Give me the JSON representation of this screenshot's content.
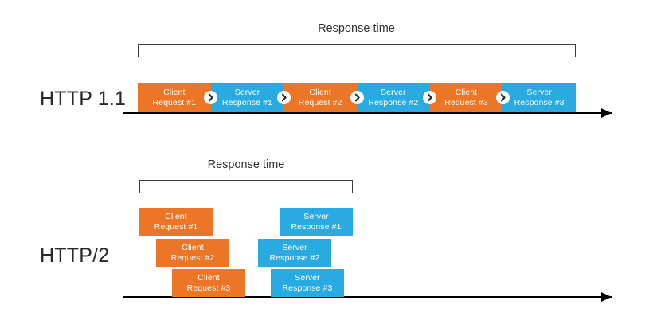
{
  "diagram": {
    "title_http11": "HTTP 1.1",
    "title_http2": "HTTP/2",
    "bracket_label_top": "Response time",
    "bracket_label_bottom": "Response time",
    "colors": {
      "client_orange": "#ec7625",
      "server_blue": "#29abe2",
      "axis_black": "#000000",
      "text_dark": "#2a2a2a",
      "bracket_gray": "#3d3d3d",
      "background": "#ffffff"
    },
    "icons": {
      "separator": "chevron-right-icon",
      "axis_end": "arrow-right-icon"
    }
  },
  "http11": {
    "label": "HTTP 1.1",
    "bracket_label": "Response time",
    "segments": [
      {
        "kind": "client",
        "line1": "Client",
        "line2": "Request #1"
      },
      {
        "kind": "server",
        "line1": "Server",
        "line2": "Response #1"
      },
      {
        "kind": "client",
        "line1": "Client",
        "line2": "Request #2"
      },
      {
        "kind": "server",
        "line1": "Server",
        "line2": "Response #2"
      },
      {
        "kind": "client",
        "line1": "Client",
        "line2": "Request #3"
      },
      {
        "kind": "server",
        "line1": "Server",
        "line2": "Response #3"
      }
    ]
  },
  "http2": {
    "label": "HTTP/2",
    "bracket_label": "Response time",
    "requests": [
      {
        "line1": "Client",
        "line2": "Request #1"
      },
      {
        "line1": "Client",
        "line2": "Request #2"
      },
      {
        "line1": "Client",
        "line2": "Request #3"
      }
    ],
    "responses": [
      {
        "line1": "Server",
        "line2": "Response #1"
      },
      {
        "line1": "Server",
        "line2": "Response #2"
      },
      {
        "line1": "Server",
        "line2": "Response #3"
      }
    ]
  }
}
